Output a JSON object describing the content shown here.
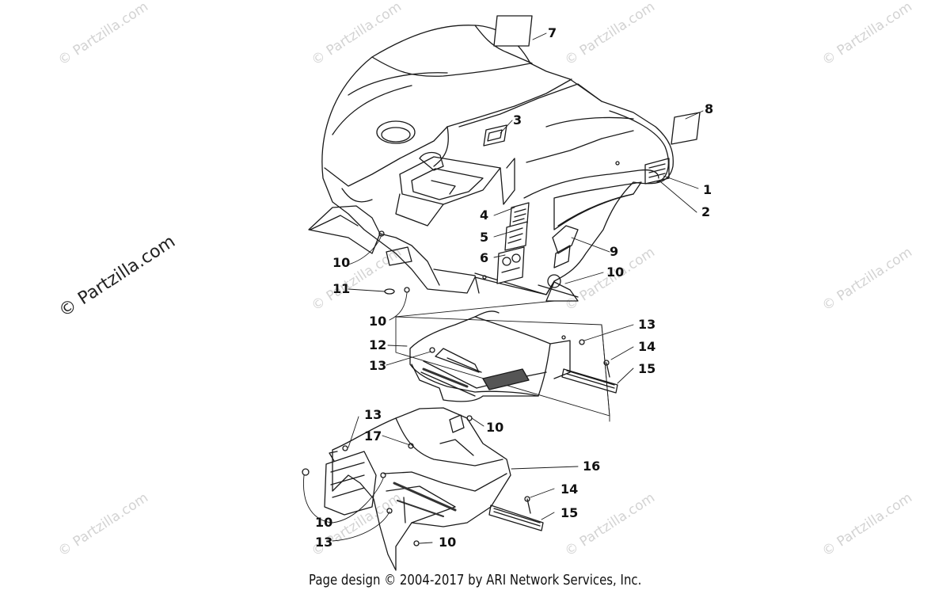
{
  "watermark": {
    "main": "© Partzilla.com",
    "tile": "© Partzilla.com"
  },
  "footer": "Page design © 2004-2017 by ARI Network Services, Inc.",
  "callouts": [
    {
      "id": "c1",
      "text": "1"
    },
    {
      "id": "c2",
      "text": "2"
    },
    {
      "id": "c3",
      "text": "3"
    },
    {
      "id": "c4",
      "text": "4"
    },
    {
      "id": "c5",
      "text": "5"
    },
    {
      "id": "c6",
      "text": "6"
    },
    {
      "id": "c7",
      "text": "7"
    },
    {
      "id": "c8",
      "text": "8"
    },
    {
      "id": "c9",
      "text": "9"
    },
    {
      "id": "c10a",
      "text": "10"
    },
    {
      "id": "c10b",
      "text": "10"
    },
    {
      "id": "c10c",
      "text": "10"
    },
    {
      "id": "c10d",
      "text": "10"
    },
    {
      "id": "c10e",
      "text": "10"
    },
    {
      "id": "c10f",
      "text": "10"
    },
    {
      "id": "c11",
      "text": "11"
    },
    {
      "id": "c12",
      "text": "12"
    },
    {
      "id": "c13a",
      "text": "13"
    },
    {
      "id": "c13b",
      "text": "13"
    },
    {
      "id": "c13c",
      "text": "13"
    },
    {
      "id": "c13d",
      "text": "13"
    },
    {
      "id": "c14a",
      "text": "14"
    },
    {
      "id": "c14b",
      "text": "14"
    },
    {
      "id": "c15a",
      "text": "15"
    },
    {
      "id": "c15b",
      "text": "15"
    },
    {
      "id": "c16",
      "text": "16"
    },
    {
      "id": "c17",
      "text": "17"
    }
  ],
  "colors": {
    "line": "#1a1a1a",
    "watermark": "#d3d3d3",
    "background": "#ffffff"
  }
}
